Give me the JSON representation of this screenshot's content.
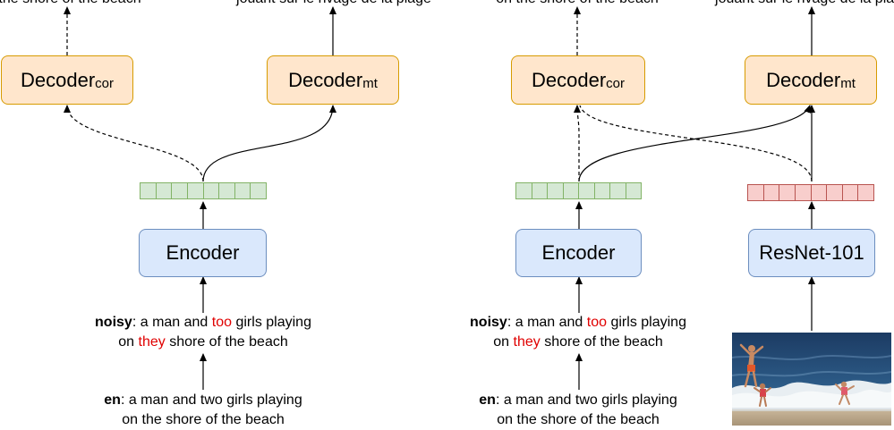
{
  "left_panel": {
    "top_left_text": "the shore of the beach",
    "top_right_text": "jouant sur le rivage de la plage",
    "decoder_cor": {
      "main": "Decoder",
      "sub": "cor"
    },
    "decoder_mt": {
      "main": "Decoder",
      "sub": "mt"
    },
    "encoder_label": "Encoder",
    "noisy": {
      "label": "noisy",
      "line1_a": ": a man and ",
      "line1_err": "too",
      "line1_b": " girls playing",
      "line2_a": "on ",
      "line2_err": "they",
      "line2_b": " shore of the beach"
    },
    "en": {
      "label": "en",
      "line1": ": a man and two girls playing",
      "line2": "on the shore of the beach"
    }
  },
  "right_panel": {
    "top_left_text": "on the shore of the beach",
    "top_right_text": "jouant sur le rivage de la plage",
    "decoder_cor": {
      "main": "Decoder",
      "sub": "cor"
    },
    "decoder_mt": {
      "main": "Decoder",
      "sub": "mt"
    },
    "encoder_label": "Encoder",
    "resnet_label": "ResNet-101",
    "noisy": {
      "label": "noisy",
      "line1_a": ": a man and ",
      "line1_err": "too",
      "line1_b": " girls playing",
      "line2_a": "on ",
      "line2_err": "they",
      "line2_b": " shore of the beach"
    },
    "en": {
      "label": "en",
      "line1": ": a man and two girls playing",
      "line2": "on the shore of the beach"
    }
  },
  "colors": {
    "decoder_fill": "#ffe6cc",
    "decoder_border": "#d79b00",
    "encoder_fill": "#dae8fc",
    "encoder_border": "#6c8ebf",
    "text_vector_fill": "#d5e8d4",
    "image_vector_fill": "#f8cecc",
    "error_text": "#e00000"
  }
}
